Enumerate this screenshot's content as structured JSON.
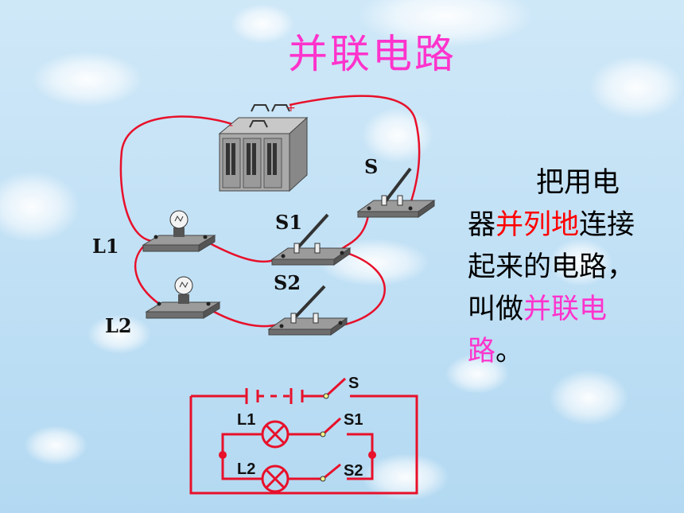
{
  "title": "并联电路",
  "definition": {
    "seg1": "把用电",
    "seg2": "器",
    "seg3": "并列地",
    "seg4": "连",
    "seg5": "接起来的电",
    "seg6": "路，叫做",
    "seg7": "并",
    "seg8": "联电路",
    "seg9": "。"
  },
  "illustration": {
    "labels": {
      "switch_main": "S",
      "switch_1": "S1",
      "switch_2": "S2",
      "lamp_1": "L1",
      "lamp_2": "L2"
    },
    "battery_terminals": {
      "negative": "-",
      "positive": "+"
    }
  },
  "schematic": {
    "labels": {
      "switch_main": "S",
      "switch_1": "S1",
      "switch_2": "S2",
      "lamp_1": "L1",
      "lamp_2": "L2"
    }
  },
  "colors": {
    "wire": "#e8102a",
    "title": "#ff33cc",
    "highlight_red": "#ff0000",
    "highlight_pink": "#ff33cc",
    "background": "#bfe0f5"
  }
}
